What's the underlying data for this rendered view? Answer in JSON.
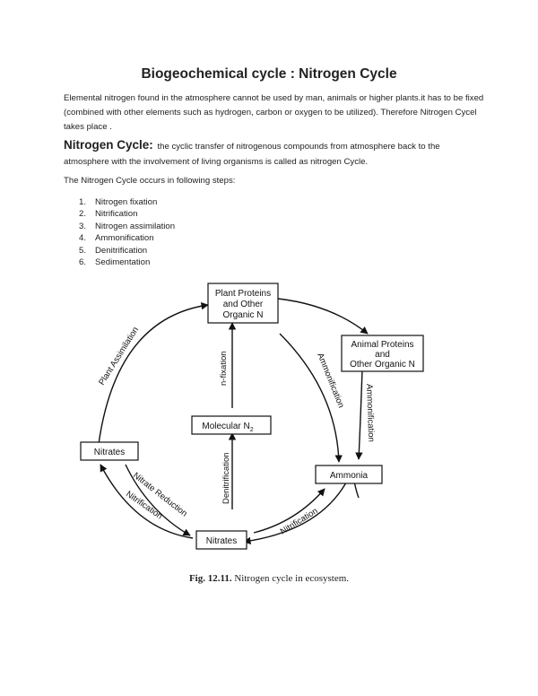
{
  "title": "Biogeochemical cycle : Nitrogen Cycle",
  "intro": "Elemental nitrogen found in the atmosphere cannot be used by man, animals or higher plants.it has to be fixed (combined with other elements such as hydrogen, carbon or oxygen to be utilized). Therefore Nitrogen Cycel takes place .",
  "definition": {
    "term": "Nitrogen Cycle:",
    "text": "the cyclic transfer of nitrogenous compounds from atmosphere back to the atmosphere with the involvement of living organisms is called as nitrogen Cycle."
  },
  "steps_intro": "The Nitrogen Cycle occurs in following steps:",
  "steps": [
    {
      "num": "1.",
      "label": "Nitrogen fixation"
    },
    {
      "num": "2.",
      "label": "Nitrification"
    },
    {
      "num": "3.",
      "label": "Nitrogen assimilation"
    },
    {
      "num": "4.",
      "label": "Ammonification"
    },
    {
      "num": "5.",
      "label": "Denitrification"
    },
    {
      "num": "6.",
      "label": "Sedimentation"
    }
  ],
  "diagram": {
    "nodes": {
      "plant": [
        "Plant Proteins",
        "and Other",
        "Organic N"
      ],
      "animal": [
        "Animal Proteins",
        "and",
        "Other Organic N"
      ],
      "molecular": "Molecular N",
      "molecular_sub": "2",
      "nitrates_left": "Nitrates",
      "ammonia": "Ammonia",
      "nitrates_bottom": "Nitrates"
    },
    "labels": {
      "plant_assimilation": "Plant Assimilation",
      "n_fixation": "n-fixation",
      "ammonification_inner": "Ammonification",
      "ammonification_outer": "Ammonification",
      "denitrification": "Denitrification",
      "nitrate_reduction": "Nitrate Reduction",
      "nitrification_left": "Nitrification",
      "nitrification_right": "Nitrification"
    }
  },
  "caption": {
    "fig": "Fig. 12.11.",
    "text": "Nitrogen cycle in ecosystem."
  }
}
